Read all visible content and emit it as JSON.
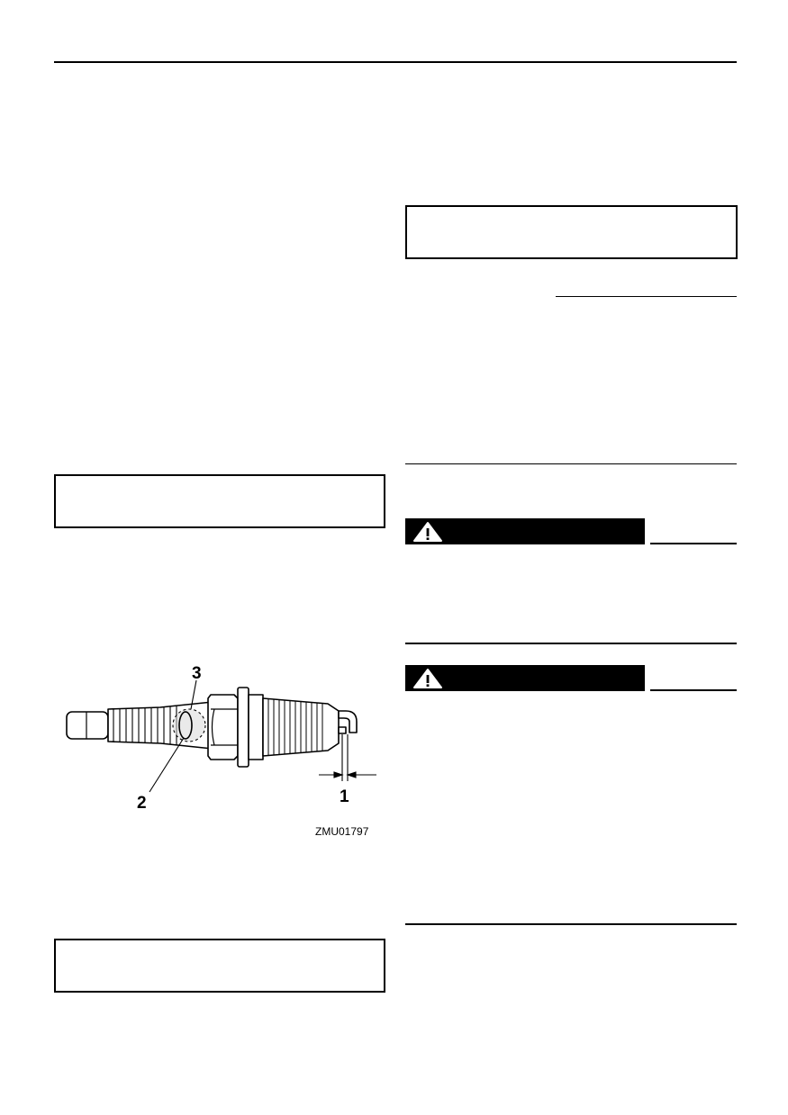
{
  "figure": {
    "callouts": [
      "1",
      "2",
      "3"
    ],
    "code": "ZMU01797"
  },
  "icons": {
    "warning": "warning-triangle-icon"
  }
}
